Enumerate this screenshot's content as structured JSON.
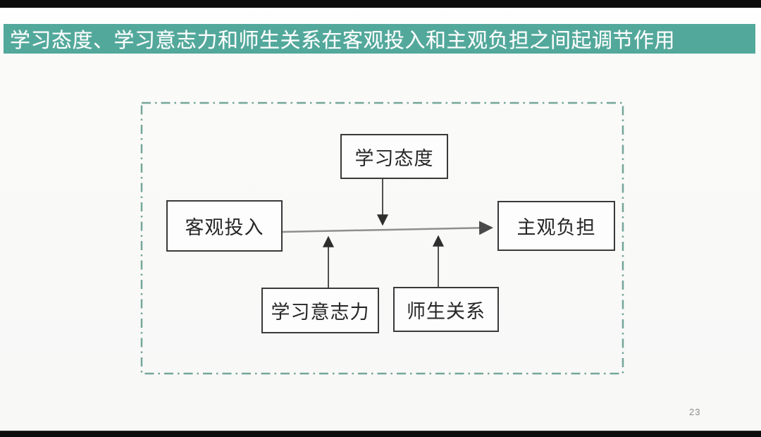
{
  "header": {
    "title": "学习态度、学习意志力和师生关系在客观投入和主观负担之间起调节作用",
    "background_color": "#52a89b",
    "text_color": "#ffffff"
  },
  "diagram": {
    "border_color": "#74a69a",
    "box_border_color": "#3a3a3a",
    "main_arrow_color": "#8f8f8f",
    "moderator_arrow_color": "#3d3d3d",
    "nodes": [
      {
        "id": "xuexi-taidu",
        "label": "学习态度"
      },
      {
        "id": "keguan-touru",
        "label": "客观投入"
      },
      {
        "id": "zhuguan-fudan",
        "label": "主观负担"
      },
      {
        "id": "xuexi-yizhili",
        "label": "学习意志力"
      },
      {
        "id": "shisheng-guanxi",
        "label": "师生关系"
      }
    ],
    "edges": [
      {
        "from": "客观投入",
        "to": "主观负担",
        "type": "direct-arrow"
      },
      {
        "from": "学习态度",
        "to": "客观投入→主观负担",
        "type": "moderation-arrow"
      },
      {
        "from": "学习意志力",
        "to": "客观投入→主观负担",
        "type": "moderation-arrow"
      },
      {
        "from": "师生关系",
        "to": "客观投入→主观负担",
        "type": "moderation-arrow"
      }
    ]
  },
  "footer": {
    "page_number": "23"
  }
}
